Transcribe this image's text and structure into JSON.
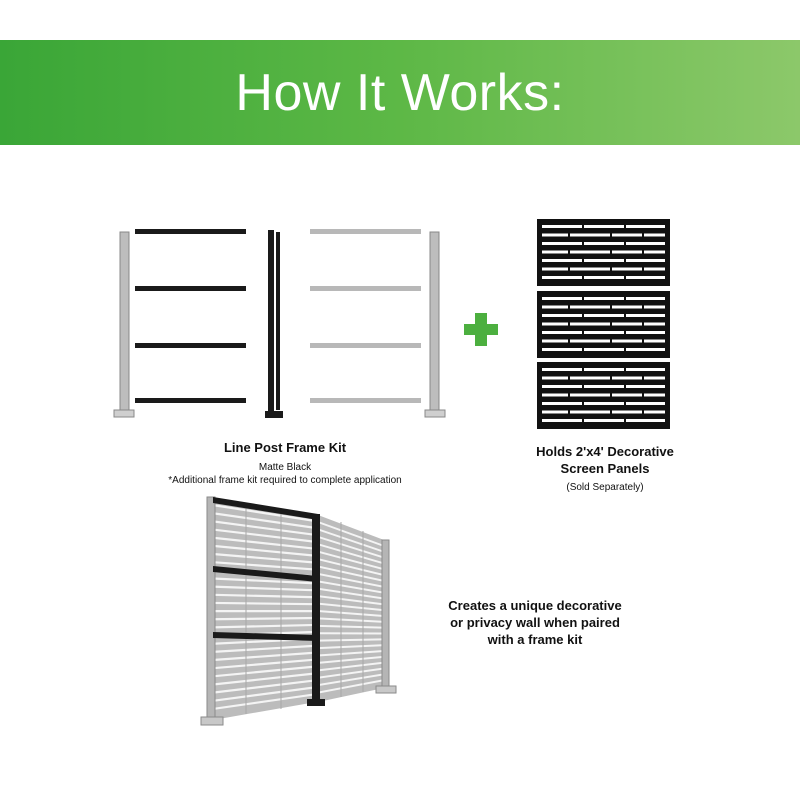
{
  "banner": {
    "title": "How It Works:"
  },
  "frame_kit": {
    "title": "Line Post Frame Kit",
    "finish": "Matte Black",
    "note": "*Additional frame kit required to complete application"
  },
  "panels": {
    "title_line1": "Holds 2'x4' Decorative",
    "title_line2": "Screen Panels",
    "note": "(Sold Separately)"
  },
  "result": {
    "line1": "Creates a unique decorative",
    "line2": "or privacy wall when paired",
    "line3": "with a frame kit"
  },
  "colors": {
    "banner_start": "#3aa637",
    "banner_end": "#8cc86a",
    "plus": "#4caf3f",
    "frame_black": "#1a1a1a",
    "post_gray": "#b5b5b5",
    "panel_black": "#111111"
  },
  "icons": [
    "plus-icon"
  ]
}
